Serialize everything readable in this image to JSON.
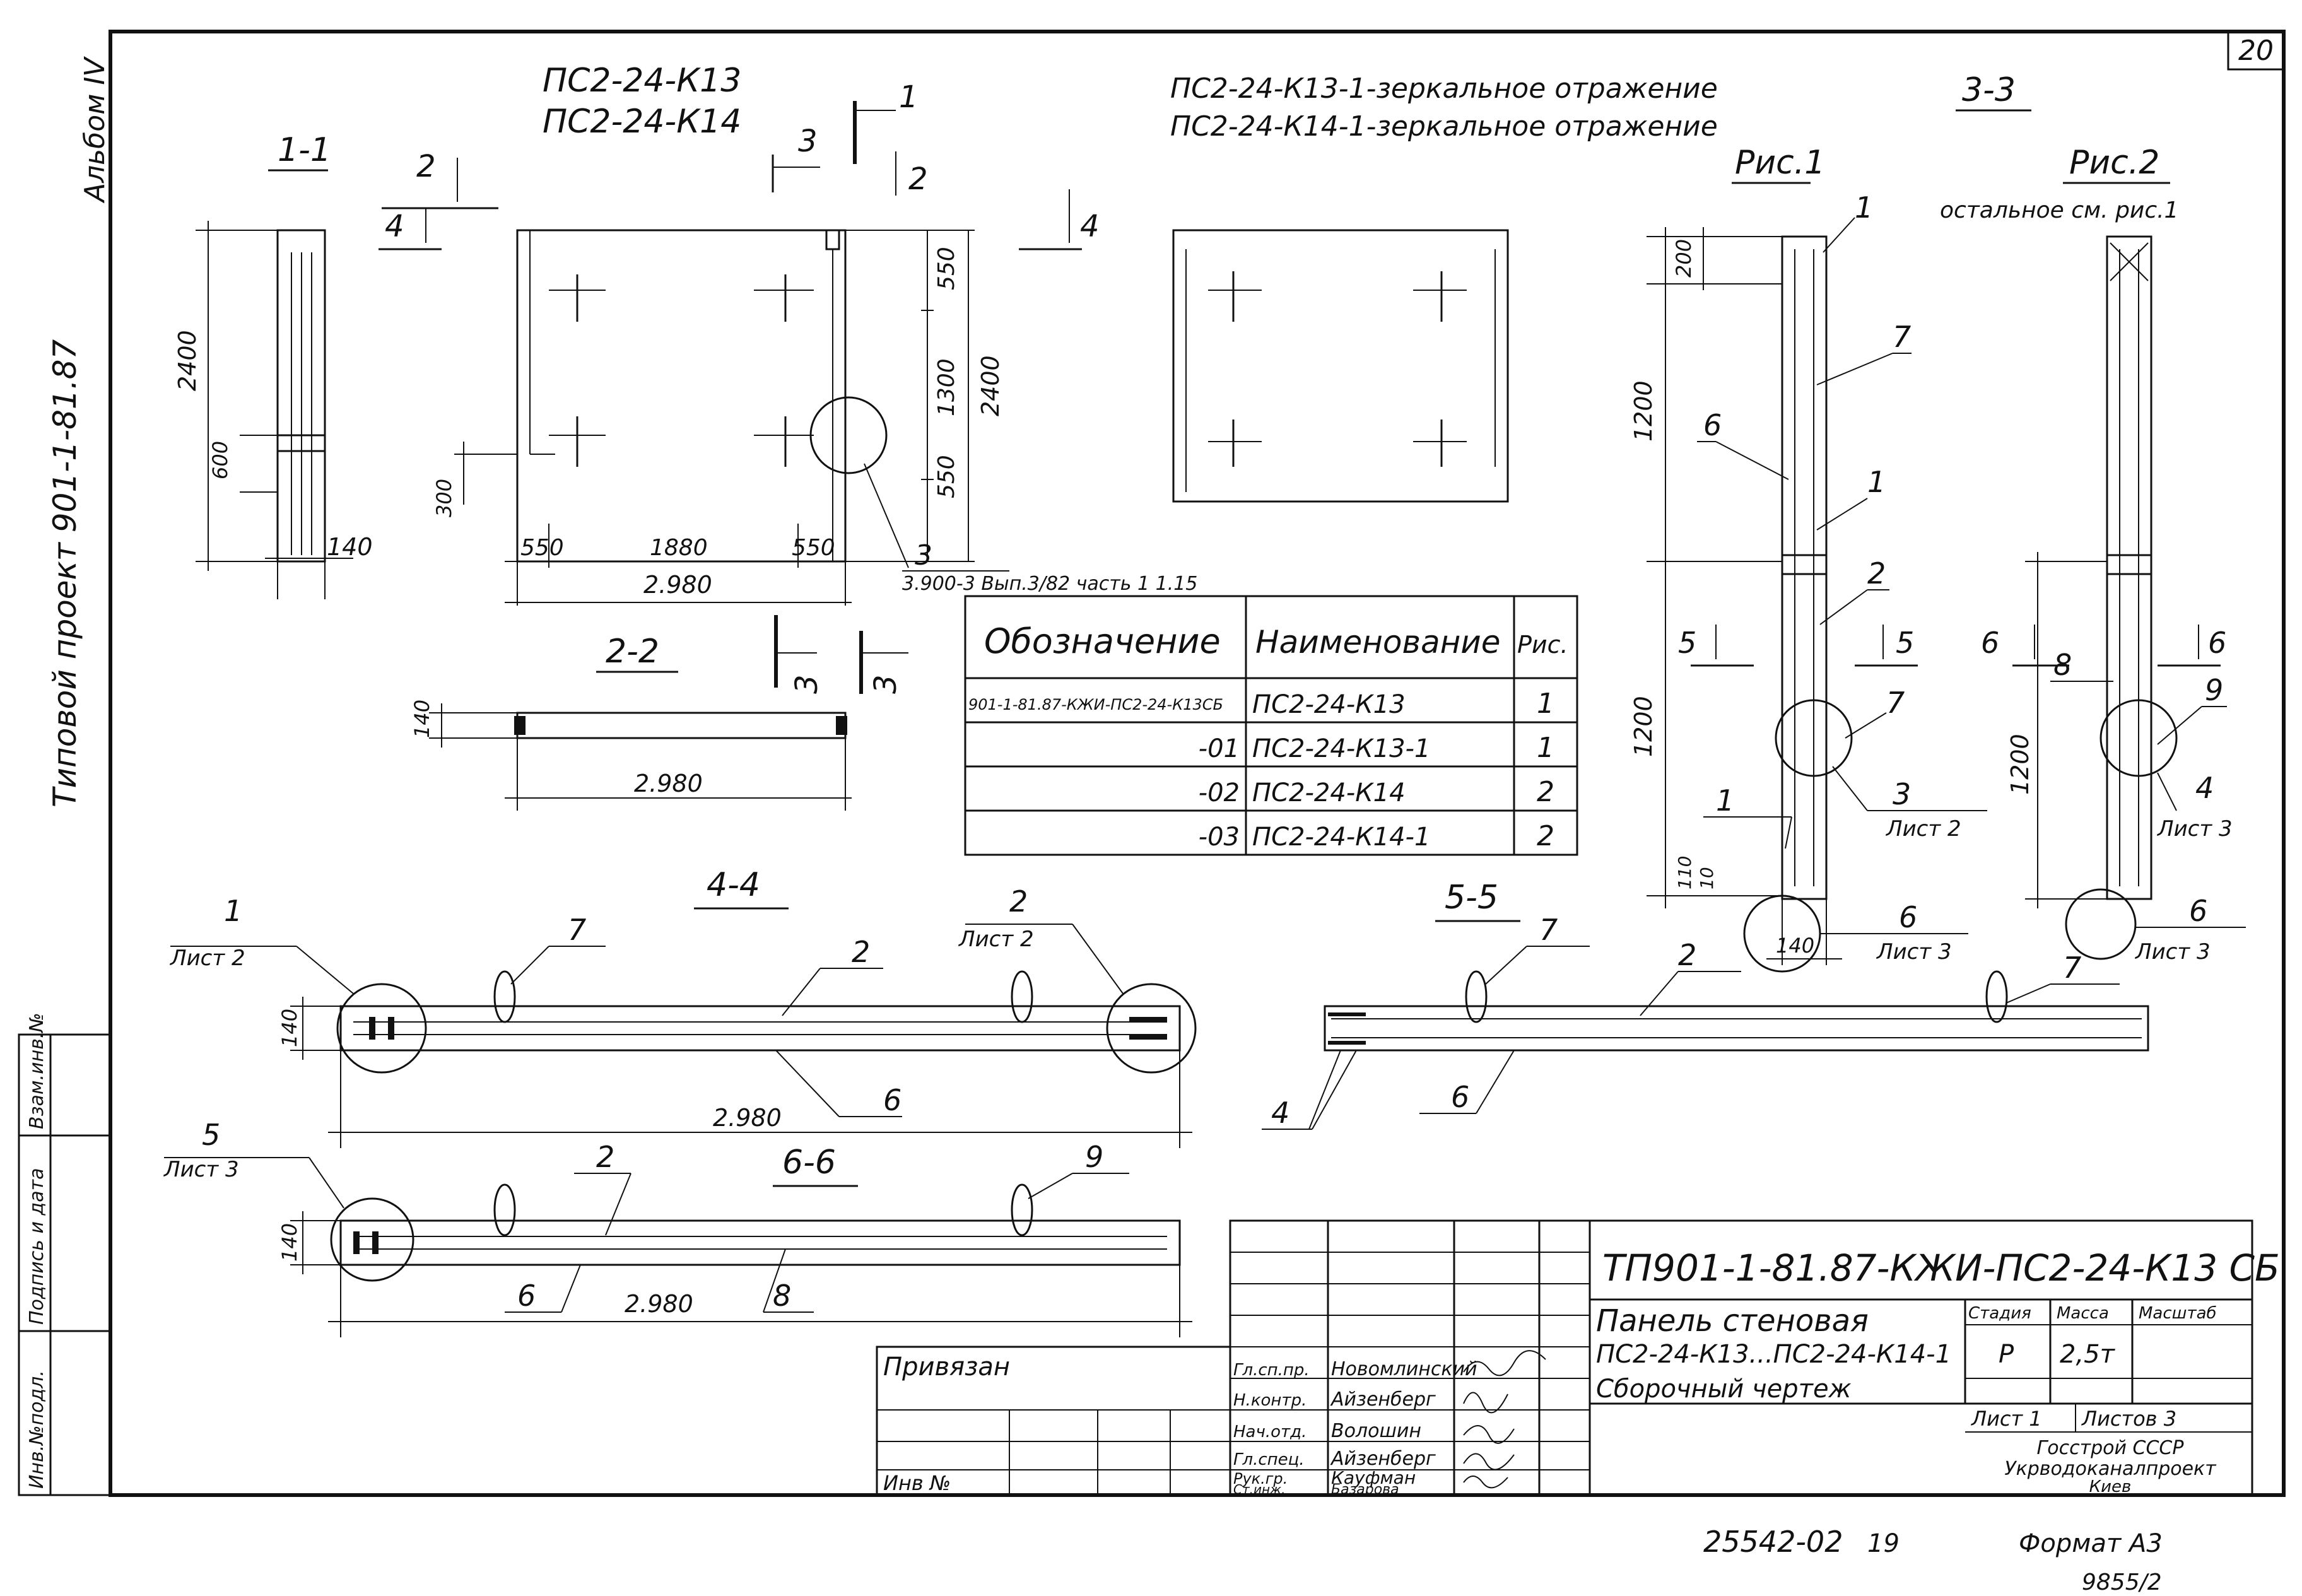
{
  "sheet": {
    "page_number": "20",
    "album_label": "Альбом IV",
    "project_label": "Типовой проект 901-1-81.87",
    "left_stamp": {
      "inv": "Инв.№подл.",
      "sign": "Подпись и дата",
      "vzam": "Взам.инв.№"
    },
    "panel_titles": [
      "ПС2-24-К13",
      "ПС2-24-К14"
    ],
    "mirror_titles": [
      "ПС2-24-К13-1-зеркальное отражение",
      "ПС2-24-К14-1-зеркальное отражение"
    ]
  },
  "views": {
    "s11": {
      "title": "1-1",
      "dims": [
        "2400",
        "600",
        "140"
      ]
    },
    "elevation": {
      "dims": [
        "550",
        "1300",
        "550",
        "2400",
        "300",
        "550",
        "1880",
        "550",
        "2.980"
      ],
      "callouts": [
        "1",
        "2",
        "3",
        "4",
        "2",
        "4",
        "3",
        "3",
        "1"
      ],
      "node_label": "3",
      "node_ref": "3.900-3 Вып.3/82 часть 1 1.15"
    },
    "s22": {
      "title": "2-2",
      "dims": [
        "140",
        "2.980"
      ]
    },
    "s33": {
      "title": "3-3",
      "fig": "Рис.1",
      "dims": [
        "200",
        "1200",
        "1200",
        "110",
        "10",
        "140"
      ],
      "callouts": [
        "1",
        "7",
        "6",
        "1",
        "2",
        "5",
        "5",
        "7",
        "3",
        "1",
        "6"
      ],
      "sheet_refs": [
        "Лист 2",
        "Лист 3"
      ]
    },
    "fig2": {
      "title": "Рис.2",
      "note": "остальное см. рис.1",
      "dims": [
        "1200"
      ],
      "callouts": [
        "6",
        "6",
        "8",
        "9",
        "4",
        "6"
      ],
      "sheet_refs": [
        "Лист 3",
        "Лист 3"
      ]
    },
    "s44": {
      "title": "4-4",
      "dims": [
        "140",
        "2.980"
      ],
      "callouts": [
        "1",
        "7",
        "2",
        "2",
        "6"
      ],
      "sheet_refs": [
        "Лист 2",
        "Лист 2"
      ]
    },
    "s55": {
      "title": "5-5",
      "callouts": [
        "7",
        "2",
        "7",
        "6",
        "4"
      ]
    },
    "s66": {
      "title": "6-6",
      "dims": [
        "140",
        "2.980"
      ],
      "callouts": [
        "5",
        "2",
        "9",
        "6",
        "8"
      ],
      "sheet_refs": [
        "Лист 3"
      ]
    }
  },
  "spec_table": {
    "headers": [
      "Обозначение",
      "Наименование",
      "Рис."
    ],
    "rows": [
      [
        "901-1-81.87-КЖИ-ПС2-24-К13СБ",
        "ПС2-24-К13",
        "1"
      ],
      [
        "-01",
        "ПС2-24-К13-1",
        "1"
      ],
      [
        "-02",
        "ПС2-24-К14",
        "2"
      ],
      [
        "-03",
        "ПС2-24-К14-1",
        "2"
      ]
    ]
  },
  "title_block": {
    "code": "ТП901-1-81.87-КЖИ-ПС2-24-К13 СБ",
    "name_lines": [
      "Панель стеновая",
      "ПС2-24-К13...ПС2-24-К14-1"
    ],
    "doc_type": "Сборочный чертеж",
    "privyazan": "Привязан",
    "inv_no": "Инв №",
    "col_headers": [
      "Стадия",
      "Масса",
      "Масштаб"
    ],
    "stage": "Р",
    "mass": "2,5т",
    "sheet": "Лист 1",
    "sheets": "Листов 3",
    "org_lines": [
      "Госстрой СССР",
      "Укрводоканалпроект",
      "Киев"
    ],
    "people": [
      {
        "role": "Гл.сп.пр.",
        "name": "Новомлинский"
      },
      {
        "role": "Н.контр.",
        "name": "Айзенберг"
      },
      {
        "role": "Нач.отд.",
        "name": "Волошин"
      },
      {
        "role": "Гл.спец.",
        "name": "Айзенберг"
      },
      {
        "role": "Рук.гр.",
        "name": "Кауфман"
      },
      {
        "role": "Ст.инж.",
        "name": "Базарова"
      }
    ]
  },
  "footer": {
    "number": "25542-02",
    "small": "19",
    "format": "Формат А3",
    "bottom": "9855/2"
  }
}
